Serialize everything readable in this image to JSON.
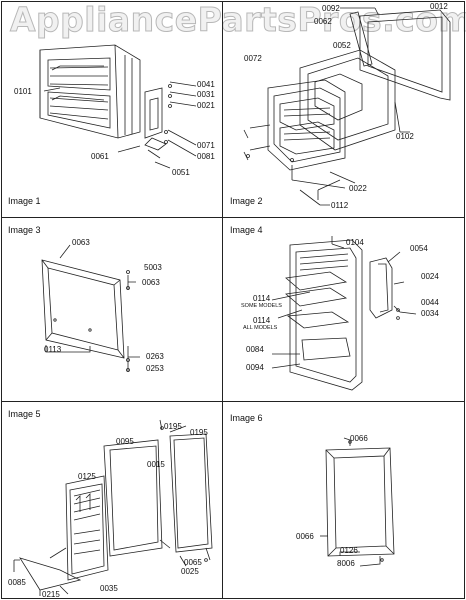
{
  "watermark": "AppliancePartsPros.com",
  "panels": [
    {
      "id": "p1",
      "title": "Image 1",
      "parts": [
        "0101",
        "0041",
        "0031",
        "0021",
        "0071",
        "0081",
        "0061",
        "0051"
      ]
    },
    {
      "id": "p2",
      "title": "Image 2",
      "parts": [
        "0092",
        "0012",
        "0062",
        "0052",
        "0072",
        "0102",
        "0022",
        "0112"
      ]
    },
    {
      "id": "p3",
      "title": "Image 3",
      "parts": [
        "0063",
        "5003",
        "0063",
        "0113",
        "0263",
        "0253"
      ]
    },
    {
      "id": "p4",
      "title": "Image 4",
      "parts": [
        "0104",
        "0054",
        "0024",
        "0114",
        "0114",
        "0044",
        "0034",
        "0084",
        "0094"
      ],
      "notes": [
        "SOME MODELS",
        "ALL MODELS"
      ]
    },
    {
      "id": "p5",
      "title": "Image 5",
      "parts": [
        "0195",
        "0195",
        "0095",
        "0015",
        "0125",
        "0065",
        "0025",
        "0085",
        "0215",
        "0035"
      ]
    },
    {
      "id": "p6",
      "title": "Image 6",
      "parts": [
        "0066",
        "0066",
        "0126",
        "8006"
      ]
    }
  ]
}
